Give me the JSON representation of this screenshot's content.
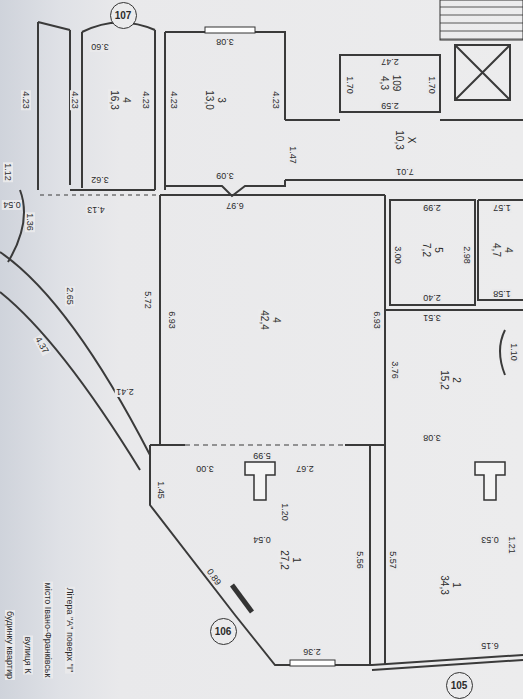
{
  "diagram": {
    "nodes": [
      {
        "text": [
          "4",
          "16,3"
        ]
      },
      {
        "text": [
          "3",
          "13,0"
        ]
      },
      {
        "text": [
          "109",
          "4,3"
        ]
      },
      {
        "text": [
          "X",
          "10,3"
        ]
      },
      {
        "text": [
          "4",
          "42,4"
        ]
      },
      {
        "text": [
          "5",
          "7,2"
        ]
      },
      {
        "text": [
          "4",
          "4,7"
        ]
      },
      {
        "text": [
          "2",
          "15,2"
        ]
      },
      {
        "text": [
          "1",
          "27,2"
        ]
      },
      {
        "text": [
          "1",
          "34,3"
        ]
      },
      {
        "text": [
          "107"
        ]
      },
      {
        "text": [
          "106"
        ]
      },
      {
        "text": [
          "105"
        ]
      }
    ],
    "labels": [
      "3.60",
      "4.23",
      "4.23",
      "4.23",
      "4.23",
      "4.23",
      "3.08",
      "3.09",
      "1.12",
      "0.54",
      "1.36",
      "3.62",
      "4.13",
      "2.65",
      "4.37",
      "2.41",
      "5.72",
      "6.97",
      "6.93",
      "6.93",
      "5.99",
      "3.00",
      "2.67",
      "1.20",
      "0.54",
      "1.45",
      "0.89",
      "5.56",
      "5.57",
      "2.36",
      "1.47",
      "7.01",
      "2.47",
      "1.70",
      "1.70",
      "2.59",
      "2.99",
      "3.00",
      "2.98",
      "2.40",
      "1.57",
      "1.58",
      "3.51",
      "3.76",
      "1.10",
      "3.08",
      "1.21",
      "0.53",
      "6.15",
      "Літера \"А\" поверх \"І\"",
      "місто Івано-Франківськ",
      "вулиця К",
      "будинку квартир"
    ]
  }
}
